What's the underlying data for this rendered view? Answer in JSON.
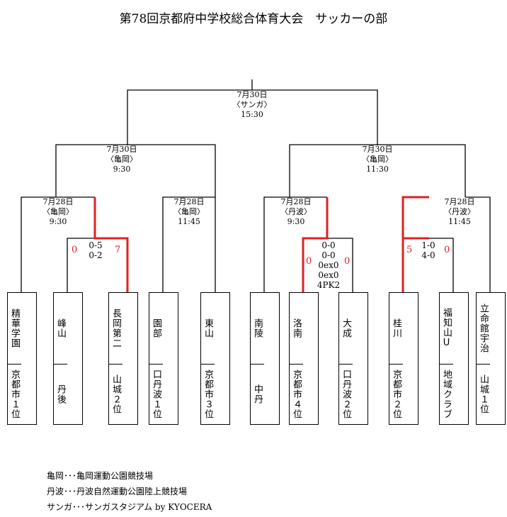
{
  "title": "第78回京都府中学校総合体育大会　サッカーの部",
  "teams": [
    {
      "name": "精華学園",
      "qual": "京都市１位"
    },
    {
      "name": "峰山",
      "qual": "丹後"
    },
    {
      "name": "長岡第二",
      "qual": "山城２位"
    },
    {
      "name": "園部",
      "qual": "口丹波１位"
    },
    {
      "name": "東山",
      "qual": "京都市３位"
    },
    {
      "name": "南陵",
      "qual": "中丹"
    },
    {
      "name": "洛南",
      "qual": "京都市４位"
    },
    {
      "name": "大成",
      "qual": "口丹波２位"
    },
    {
      "name": "桂川",
      "qual": "京都市２位"
    },
    {
      "name": "福知山U",
      "qual": "地域クラブ"
    },
    {
      "name": "立命館宇治",
      "qual": "山城１位"
    }
  ],
  "matches": {
    "final": {
      "date": "7月30日",
      "venue": "〈サンガ〉",
      "time": "15:30"
    },
    "semi_l": {
      "date": "7月30日",
      "venue": "〈亀岡〉",
      "time": "9:30"
    },
    "semi_r": {
      "date": "7月30日",
      "venue": "〈亀岡〉",
      "time": "11:30"
    },
    "qf1": {
      "date": "7月28日",
      "venue": "〈亀岡〉",
      "time": "9:30"
    },
    "qf2": {
      "date": "7月28日",
      "venue": "〈亀岡〉",
      "time": "11:45"
    },
    "qf3": {
      "date": "7月28日",
      "venue": "〈丹波〉",
      "time": "9:30"
    },
    "qf4": {
      "date": "7月28日",
      "venue": "〈丹波〉",
      "time": "11:45"
    }
  },
  "first_round": {
    "m1": {
      "lines": [
        "0-5",
        "0-2"
      ],
      "left": "0",
      "right": "7"
    },
    "m2": {
      "lines": [
        "0-0",
        "0-0",
        "0ex0",
        "0ex0",
        "4PK2"
      ],
      "left": "0",
      "right": "0"
    },
    "m3": {
      "lines": [
        "1-0",
        "4-0"
      ],
      "left": "5",
      "right": "0"
    }
  },
  "legend": [
    "亀岡･･･亀岡運動公園競技場",
    "丹波･･･丹波自然運動公園陸上競技場",
    "サンガ･･･サンガスタジアム by KYOCERA"
  ],
  "colors": {
    "line": "#000000",
    "winner": "#e02020"
  }
}
